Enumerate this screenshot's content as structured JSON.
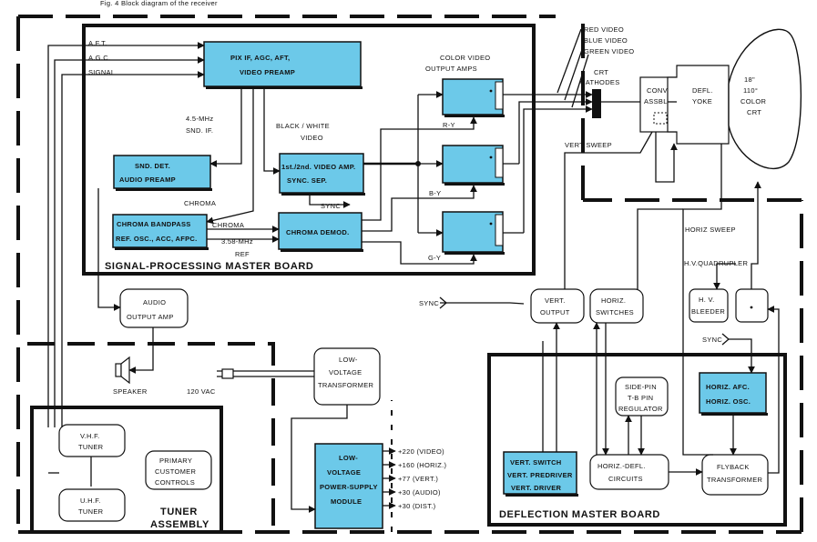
{
  "caption": "Fig. 4 Block diagram of the receiver",
  "boards": {
    "signal_processing": "SIGNAL-PROCESSING MASTER BOARD",
    "deflection": "DEFLECTION MASTER BOARD",
    "tuner_line1": "TUNER",
    "tuner_line2": "ASSEMBLY"
  },
  "blocks": {
    "pix_if": [
      "PIX IF, AGC, AFT,",
      "VIDEO PREAMP"
    ],
    "snd_det": [
      "SND. DET.",
      "AUDIO PREAMP"
    ],
    "chroma_bandpass": [
      "CHROMA BANDPASS",
      "REF. OSC., ACC, AFPC."
    ],
    "video_amp": [
      "1st./2nd. VIDEO AMP.",
      "SYNC. SEP."
    ],
    "chroma_demod": [
      "CHROMA DEMOD."
    ],
    "audio_out": [
      "AUDIO",
      "OUTPUT AMP"
    ],
    "lv_transformer": [
      "LOW-",
      "VOLTAGE",
      "TRANSFORMER"
    ],
    "lv_module": [
      "LOW-",
      "VOLTAGE",
      "POWER-SUPPLY",
      "MODULE"
    ],
    "vhf_tuner": [
      "V.H.F.",
      "TUNER"
    ],
    "uhf_tuner": [
      "U.H.F.",
      "TUNER"
    ],
    "primary_controls": [
      "PRIMARY",
      "CUSTOMER",
      "CONTROLS"
    ],
    "conv_assy": [
      "CONV.",
      "ASSBLY."
    ],
    "defl_yoke": [
      "DEFL.",
      "YOKE"
    ],
    "crt": [
      "18\"",
      "110°",
      "COLOR",
      "CRT"
    ],
    "vert_output": [
      "VERT.",
      "OUTPUT"
    ],
    "horiz_switches": [
      "HORIZ.",
      "SWITCHES"
    ],
    "hv_bleeder": [
      "H. V.",
      "BLEEDER"
    ],
    "horiz_afc": [
      "HORIZ. AFC.",
      "HORIZ. OSC."
    ],
    "side_pin": [
      "SIDE-PIN",
      "T-B PIN",
      "REGULATOR"
    ],
    "vert_switch": [
      "VERT. SWITCH",
      "VERT. PREDRIVER",
      "VERT. DRIVER"
    ],
    "horiz_defl": [
      "HORIZ.-DEFL.",
      "CIRCUITS"
    ],
    "flyback": [
      "FLYBACK",
      "TRANSFORMER"
    ]
  },
  "labels": {
    "aft": "A.F.T.",
    "agc": "A.G.C.",
    "signal": "SIGNAL",
    "snd_if": [
      "4.5-MHz",
      "SND. IF."
    ],
    "bw_video": [
      "BLACK / WHITE",
      "VIDEO"
    ],
    "chroma1": "CHROMA",
    "chroma2": "CHROMA",
    "ref": [
      "3.58-MHz",
      "REF"
    ],
    "sync_out": "SYNC",
    "color_amps": [
      "COLOR VIDEO",
      "OUTPUT AMPS"
    ],
    "ry": "R-Y",
    "by": "B-Y",
    "gy": "G-Y",
    "red_video": "RED VIDEO",
    "blue_video": "BLUE VIDEO",
    "green_video": "GREEN VIDEO",
    "crt_cathodes": [
      "CRT",
      "CATHODES"
    ],
    "vert_sweep": "VERT SWEEP",
    "horiz_sweep": "HORIZ SWEEP",
    "hv_quad": "H.V.QUADRUPLER",
    "sync_in": "SYNC",
    "sync_in2": "SYNC",
    "speaker": "SPEAKER",
    "vac": "120 VAC"
  },
  "outputs": [
    "+220 (VIDEO)",
    "+160 (HORIZ.)",
    "+77 (VERT.)",
    "+30 (AUDIO)",
    "+30 (DIST.)"
  ],
  "colors": {
    "block_fill": "#6cc9e9",
    "line": "#111111",
    "background": "#ffffff"
  }
}
